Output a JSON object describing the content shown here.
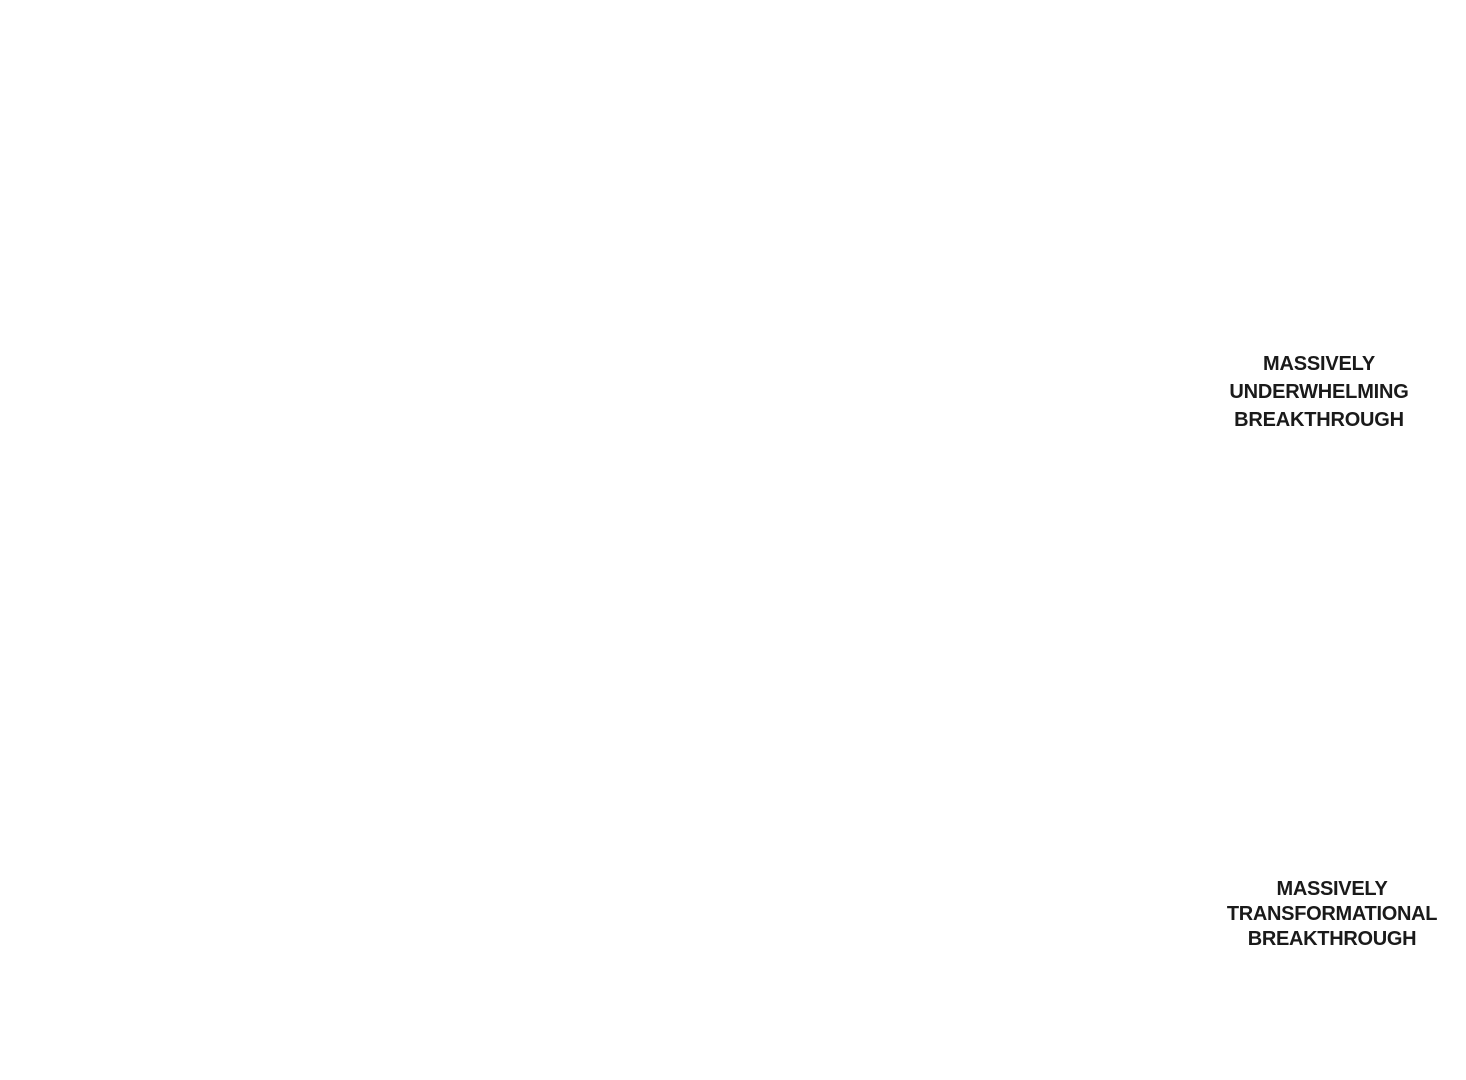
{
  "labels": {
    "top": {
      "lines": [
        "MASSIVELY",
        "UNDERWHELMING",
        "BREAKTHROUGH"
      ]
    },
    "bottom": {
      "lines": [
        "MASSIVELY",
        "TRANSFORMATIONAL",
        "BREAKTHROUGH"
      ]
    }
  },
  "colors": {
    "background": "#ffffff",
    "text": "#1a1a1a"
  }
}
